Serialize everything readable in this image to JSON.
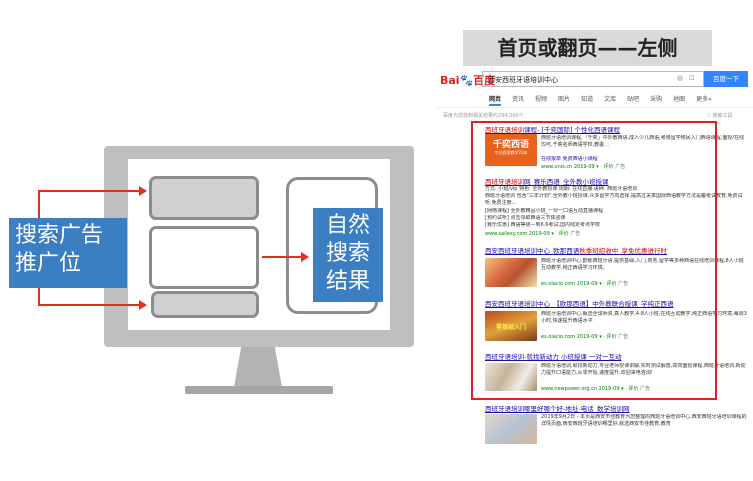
{
  "title": "首页或翻页——左侧",
  "diagram": {
    "ad_label": "搜索广告推广位",
    "organic_label": "自然搜索结果"
  },
  "serp": {
    "logo_left": "Bai",
    "logo_right": "百度",
    "query": "西安西班牙语培训中心",
    "search_button": "百度一下",
    "tabs": [
      "网页",
      "资讯",
      "视频",
      "图片",
      "知道",
      "文库",
      "贴吧",
      "采购",
      "地图",
      "更多»"
    ],
    "result_count": "百度为您找到相关结果约294,000个",
    "tools": "搜索工具",
    "results": [
      {
        "title_hl": "西班牙语培训",
        "title_rest": "课程- [千奕国际] 个性化西语课程",
        "text": "西班牙语培训课程,「千奕」中外教西语,成人少儿西语,考级留学移民入门西语课程,面授/在线均可,千奕名师西语学校,教委...",
        "sublink": "在线报单   免费西语小课程",
        "url": "www.unis.cn  2019-09 ▾ · 评价",
        "ad": "广告",
        "thumb_big": "千奕西语",
        "thumb_small": "专注西语教学21年"
      },
      {
        "title_hl": "西班牙语培训",
        "title_rest": "网_赛乐西语_全外教小班授课",
        "lines": [
          "方式: 小班/vip   特色: 全外教授课   周期: 在线直播   语种: 西班牙语培训",
          "西班牙语培训 包含\"三年计划\",全外教小班授课,众多留学方向选择,提高过关率国际西语教学方法是覆考试教育,免费试听,免费注册...",
          "[网络课程] 全外教精品小班_一对一口语互动直播课程",
          "[预约试听] 点击领取西语三节体验课",
          "[赛乐优惠] 西语等级—到6.6考试,国内线定考点学校"
        ],
        "url": "www.sailexy.com  2019-09 ▾ · 评价",
        "ad": "广告"
      },
      {
        "title": "西安西班牙语培训中心_欧那西语",
        "title_hl": "秋季班招收中_享免优惠进行时",
        "text": "西班牙语培训中心,欧那西班牙语,提供基础,入门,商务,留学等多种西语在线培训课程,8人小班互动教学,纯正西语学习环境。",
        "url": "es.olacio.com  2019-09 ▾ · 评价",
        "ad": "广告"
      },
      {
        "title": "西安西班牙语培训中心_【欧那西语】中外教联合授课_学纯正西语",
        "text": "西班牙语培训中心,甄选全球师资,真人教学,4-8人小班,在线互动教学,纯正西语学习环境,每周3小时,快速提升西语水平",
        "url": "es.olacio.com  2019-09 ▾ · 评价",
        "ad": "广告",
        "thumb_text": "零基础入门"
      },
      {
        "title": "西班牙语培训-就找新动力 小班授课 一对一互动",
        "text": "西班牙语培训,就找新动力,专业老师授课讲解,实时测试解惑,高效面授课程,西班牙语培训,新动力提升口语能力,从零开始,速度提升,欢迎来电咨询!",
        "url": "www.newpower.org.cn  2019-09 ▾ · 评价",
        "ad": "广告"
      },
      {
        "title": "西班牙语培训哪里好哪个好-地址-电话_数学培训网",
        "text": "2019年9月2日 - 本页是西安市佳教育为您整理的西班牙语培训中心,西安西班牙语培训课程的详情页面,西安西班牙语培训哪里好,就选西安市佳教育,教育"
      }
    ]
  }
}
